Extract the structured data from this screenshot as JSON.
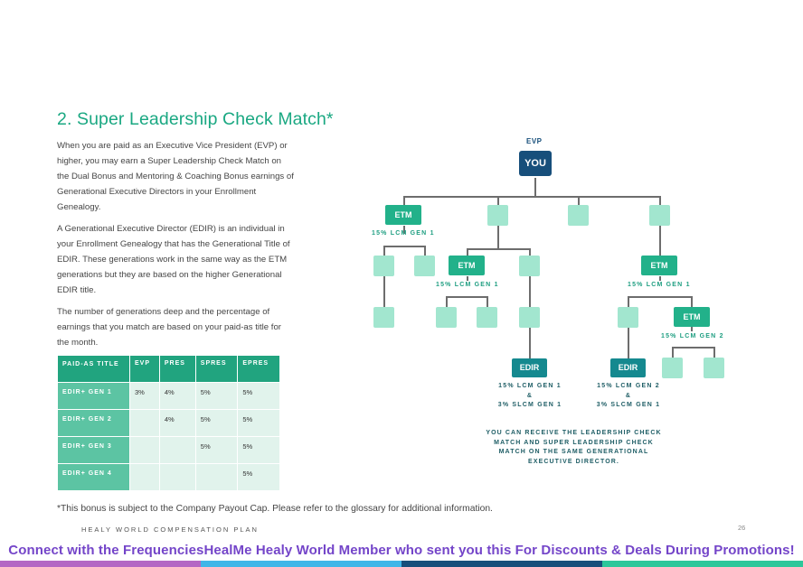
{
  "title": "2. Super Leadership Check Match*",
  "paragraphs": {
    "p1": "When you are paid as an Executive Vice President (EVP) or higher, you may earn a Super Leadership Check Match on the Dual Bonus and Mentoring & Coaching Bonus earnings of Generational Executive Directors in your Enrollment Genealogy.",
    "p2": "A Generational Executive Director (EDIR) is an individual in your Enrollment Genealogy that has the Generational Title of EDIR. These generations work in the same way as the ETM generations but they are based on the higher Generational EDIR title.",
    "p3": "The number of generations deep and the percentage of earnings that you match are based on your paid-as title for the month."
  },
  "table": {
    "headers": [
      "PAID-AS TITLE",
      "EVP",
      "PRES",
      "SPRES",
      "EPRES"
    ],
    "rows": [
      {
        "label": "EDIR+ GEN 1",
        "cells": [
          "3%",
          "4%",
          "5%",
          "5%"
        ]
      },
      {
        "label": "EDIR+ GEN 2",
        "cells": [
          "",
          "4%",
          "5%",
          "5%"
        ]
      },
      {
        "label": "EDIR+ GEN 3",
        "cells": [
          "",
          "",
          "5%",
          "5%"
        ]
      },
      {
        "label": "EDIR+ GEN 4",
        "cells": [
          "",
          "",
          "",
          "5%"
        ]
      }
    ]
  },
  "diagram": {
    "evp_label": "EVP",
    "you_label": "YOU",
    "etm_label": "ETM",
    "edir_label": "EDIR",
    "lcm_gen1": "15% LCM GEN 1",
    "lcm_gen2": "15% LCM GEN 2",
    "edir_left_line1": "15% LCM GEN 1",
    "edir_left_line2": "&",
    "edir_left_line3": "3% SLCM GEN 1",
    "edir_right_line1": "15% LCM GEN 2",
    "edir_right_line2": "&",
    "edir_right_line3": "3% SLCM GEN 1",
    "note_line1": "YOU CAN RECEIVE THE LEADERSHIP CHECK",
    "note_line2": "MATCH AND SUPER LEADERSHIP CHECK",
    "note_line3": "MATCH ON THE SAME GENERATIONAL",
    "note_line4": "EXECUTIVE DIRECTOR."
  },
  "footnote": "*This bonus is subject to the Company Payout Cap. Please refer to the glossary for additional information.",
  "footer": "HEALY WORLD COMPENSATION PLAN",
  "page_number": "26",
  "banner": "Connect with the FrequenciesHealMe Healy World Member who sent you this For Discounts & Deals During Promotions!",
  "colors": {
    "accent": "#1aa882",
    "etm": "#22b18a",
    "edir": "#15898f",
    "you": "#174f7b",
    "light_node": "#a2e6cf",
    "banner_text": "#7445c9"
  }
}
